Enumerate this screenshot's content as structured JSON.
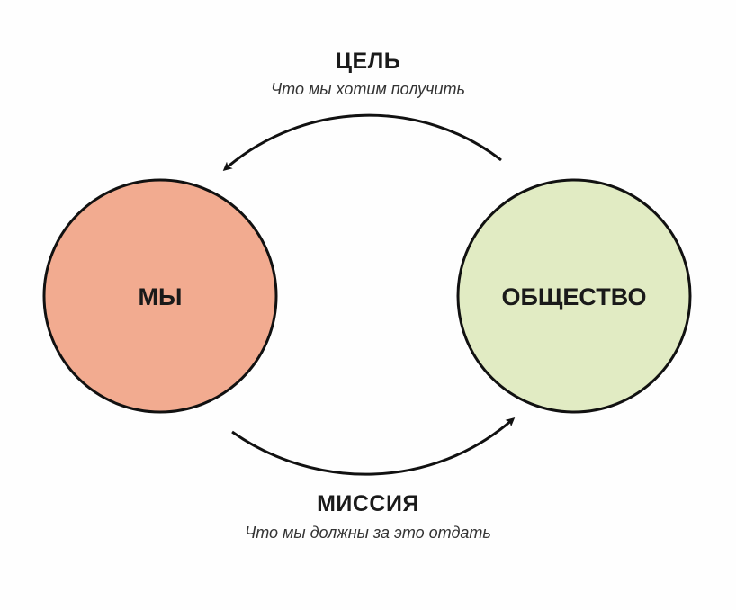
{
  "goal": {
    "title": "ЦЕЛЬ",
    "subtitle": "Что мы хотим получить"
  },
  "mission": {
    "title": "МИССИЯ",
    "subtitle": "Что мы должны за это отдать"
  },
  "nodes": {
    "us": {
      "label": "МЫ",
      "fill": "#f2ab90"
    },
    "society": {
      "label": "ОБЩЕСТВО",
      "fill": "#e1ebc3"
    }
  },
  "colors": {
    "stroke": "#111111",
    "text": "#1a1a1a",
    "subtext": "#333333"
  }
}
